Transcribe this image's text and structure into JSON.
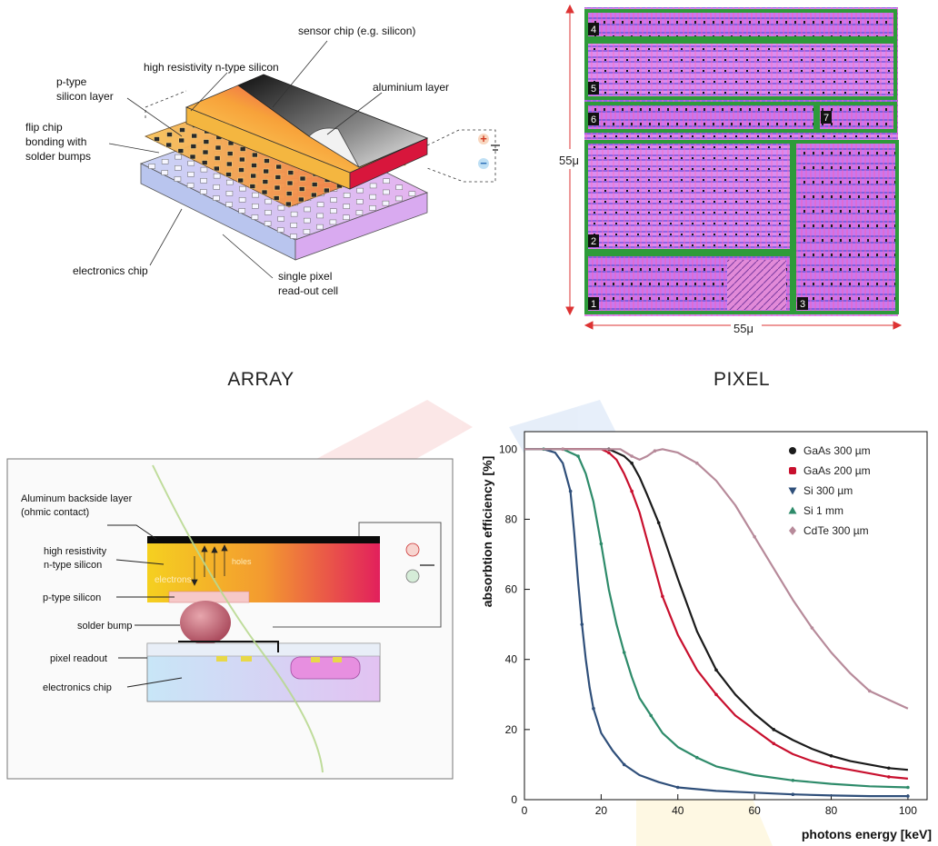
{
  "captions": {
    "array": "ARRAY",
    "pixel": "PIXEL"
  },
  "array_labels": {
    "sensor_chip": "sensor chip (e.g. silicon)",
    "high_res_line1": "high resistivity n-type silicon",
    "p_type_1": "p-type",
    "p_type_2": "silicon layer",
    "aluminium": "aluminium layer",
    "flip_1": "flip chip",
    "flip_2": "bonding with",
    "flip_3": "solder bumps",
    "electronics": "electronics chip",
    "pixel_1": "single pixel",
    "pixel_2": "read-out cell",
    "plus": "+",
    "minus": "−"
  },
  "pixel_diagram": {
    "width_label": "55μ",
    "height_label": "55μ",
    "blocks": [
      "4",
      "5",
      "6",
      "7",
      "2",
      "1",
      "3"
    ]
  },
  "cross_section": {
    "aluminum_1": "Aluminum backside layer",
    "aluminum_2": "(ohmic contact)",
    "high_res_1": "high resistivity",
    "high_res_2": "n-type silicon",
    "p_type": "p-type silicon",
    "solder": "solder bump",
    "pixel_readout": "pixel readout",
    "electronics": "electronics chip",
    "holes": "holes",
    "electrons": "electrons"
  },
  "colors": {
    "gaas300": "#1b1b1b",
    "gaas200": "#c8102e",
    "si300": "#2f4f7a",
    "si1mm": "#2e8b6a",
    "cdte300": "#b78a9a",
    "pixel_border": "#2e9b3a"
  },
  "chart_data": {
    "type": "line",
    "xlabel": "photons energy [keV]",
    "ylabel": "absorbtion efficiency [%]",
    "xlim": [
      0,
      105
    ],
    "ylim": [
      0,
      105
    ],
    "xticks": [
      0,
      20,
      40,
      60,
      80,
      100
    ],
    "yticks": [
      0,
      20,
      40,
      60,
      80,
      100
    ],
    "legend_position": "top-right",
    "series": [
      {
        "name": "GaAs 300 µm",
        "color_key": "gaas300",
        "marker": "circle",
        "points": [
          [
            0,
            100
          ],
          [
            10,
            100
          ],
          [
            15,
            100
          ],
          [
            20,
            100
          ],
          [
            22,
            100
          ],
          [
            24,
            99
          ],
          [
            26,
            98
          ],
          [
            28,
            96
          ],
          [
            30,
            92
          ],
          [
            32,
            87
          ],
          [
            35,
            79
          ],
          [
            40,
            63
          ],
          [
            45,
            48
          ],
          [
            50,
            37
          ],
          [
            55,
            30
          ],
          [
            60,
            24.5
          ],
          [
            65,
            20
          ],
          [
            70,
            17
          ],
          [
            75,
            14.5
          ],
          [
            80,
            12.5
          ],
          [
            85,
            11
          ],
          [
            90,
            10
          ],
          [
            95,
            9
          ],
          [
            100,
            8.5
          ]
        ]
      },
      {
        "name": "GaAs 200 µm",
        "color_key": "gaas200",
        "marker": "square",
        "points": [
          [
            0,
            100
          ],
          [
            10,
            100
          ],
          [
            15,
            100
          ],
          [
            20,
            100
          ],
          [
            22,
            99
          ],
          [
            24,
            97
          ],
          [
            26,
            93
          ],
          [
            28,
            88
          ],
          [
            30,
            82
          ],
          [
            33,
            70
          ],
          [
            36,
            58
          ],
          [
            40,
            47
          ],
          [
            45,
            37
          ],
          [
            50,
            30
          ],
          [
            55,
            24
          ],
          [
            60,
            20
          ],
          [
            65,
            16
          ],
          [
            70,
            13
          ],
          [
            75,
            11
          ],
          [
            80,
            9.5
          ],
          [
            85,
            8.5
          ],
          [
            90,
            7.5
          ],
          [
            95,
            6.5
          ],
          [
            100,
            6
          ]
        ]
      },
      {
        "name": "Si 300 µm",
        "color_key": "si300",
        "marker": "triangle-down",
        "points": [
          [
            0,
            100
          ],
          [
            5,
            100
          ],
          [
            8,
            99
          ],
          [
            10,
            96
          ],
          [
            12,
            88
          ],
          [
            13,
            76
          ],
          [
            14,
            62
          ],
          [
            15,
            50
          ],
          [
            16,
            40
          ],
          [
            17,
            32
          ],
          [
            18,
            26
          ],
          [
            20,
            19
          ],
          [
            23,
            14
          ],
          [
            26,
            10
          ],
          [
            30,
            7
          ],
          [
            35,
            5
          ],
          [
            40,
            3.5
          ],
          [
            50,
            2.5
          ],
          [
            60,
            2
          ],
          [
            70,
            1.5
          ],
          [
            80,
            1.2
          ],
          [
            90,
            1
          ],
          [
            100,
            1
          ]
        ]
      },
      {
        "name": "Si 1 mm",
        "color_key": "si1mm",
        "marker": "triangle-up",
        "points": [
          [
            0,
            100
          ],
          [
            5,
            100
          ],
          [
            10,
            100
          ],
          [
            12,
            99
          ],
          [
            14,
            98
          ],
          [
            16,
            93
          ],
          [
            18,
            85
          ],
          [
            20,
            73
          ],
          [
            22,
            60
          ],
          [
            24,
            50
          ],
          [
            26,
            42
          ],
          [
            28,
            35
          ],
          [
            30,
            29
          ],
          [
            33,
            24
          ],
          [
            36,
            19
          ],
          [
            40,
            15
          ],
          [
            45,
            12
          ],
          [
            50,
            9.5
          ],
          [
            60,
            7
          ],
          [
            70,
            5.5
          ],
          [
            80,
            4.5
          ],
          [
            90,
            3.8
          ],
          [
            100,
            3.5
          ]
        ]
      },
      {
        "name": "CdTe 300 µm",
        "color_key": "cdte300",
        "marker": "diamond",
        "points": [
          [
            0,
            100
          ],
          [
            10,
            100
          ],
          [
            20,
            100
          ],
          [
            25,
            100
          ],
          [
            28,
            98
          ],
          [
            30,
            97
          ],
          [
            32,
            98
          ],
          [
            34,
            99.5
          ],
          [
            36,
            100
          ],
          [
            40,
            99
          ],
          [
            45,
            96
          ],
          [
            50,
            91
          ],
          [
            55,
            84
          ],
          [
            60,
            75
          ],
          [
            65,
            66
          ],
          [
            70,
            57
          ],
          [
            75,
            49
          ],
          [
            80,
            42
          ],
          [
            85,
            36
          ],
          [
            90,
            31
          ],
          [
            95,
            28.5
          ],
          [
            100,
            26
          ]
        ]
      }
    ]
  }
}
